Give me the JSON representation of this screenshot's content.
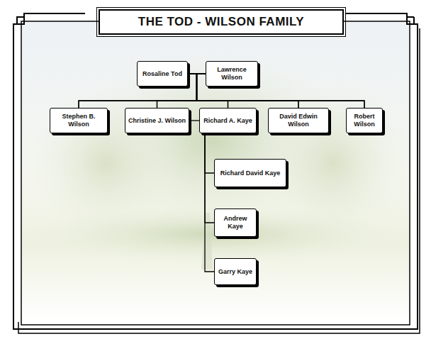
{
  "diagram": {
    "title": "THE TOD - WILSON FAMILY",
    "nodes": [
      {
        "text": [
          "Rosaline Tod"
        ]
      },
      {
        "text": [
          "Lawrence Wilson"
        ]
      },
      {
        "text": [
          "Stephen B. Wilson"
        ]
      },
      {
        "text": [
          "Christine J. Wilson"
        ]
      },
      {
        "text": [
          "Richard A. Kaye"
        ]
      },
      {
        "text": [
          "David Edwin Wilson"
        ]
      },
      {
        "text": [
          "Robert Wilson"
        ]
      },
      {
        "text": [
          "Richard David Kaye"
        ]
      },
      {
        "text": [
          "Andrew Kaye"
        ]
      },
      {
        "text": [
          "Garry Kaye"
        ]
      }
    ],
    "edges": [
      {
        "from": 0,
        "to": 1,
        "arrow": "none"
      },
      {
        "from": 0,
        "to": 2,
        "arrow": "none"
      },
      {
        "from": 0,
        "to": 3,
        "arrow": "none"
      },
      {
        "from": 0,
        "to": 4,
        "arrow": "none"
      },
      {
        "from": 0,
        "to": 5,
        "arrow": "none"
      },
      {
        "from": 0,
        "to": 6,
        "arrow": "none"
      },
      {
        "from": 1,
        "to": 2,
        "arrow": "none"
      },
      {
        "from": 1,
        "to": 3,
        "arrow": "none"
      },
      {
        "from": 1,
        "to": 4,
        "arrow": "none"
      },
      {
        "from": 1,
        "to": 5,
        "arrow": "none"
      },
      {
        "from": 1,
        "to": 6,
        "arrow": "none"
      },
      {
        "from": 3,
        "to": 4,
        "arrow": "none"
      },
      {
        "from": 4,
        "to": 7,
        "arrow": "none"
      },
      {
        "from": 4,
        "to": 8,
        "arrow": "none"
      },
      {
        "from": 4,
        "to": 9,
        "arrow": "none"
      }
    ]
  }
}
